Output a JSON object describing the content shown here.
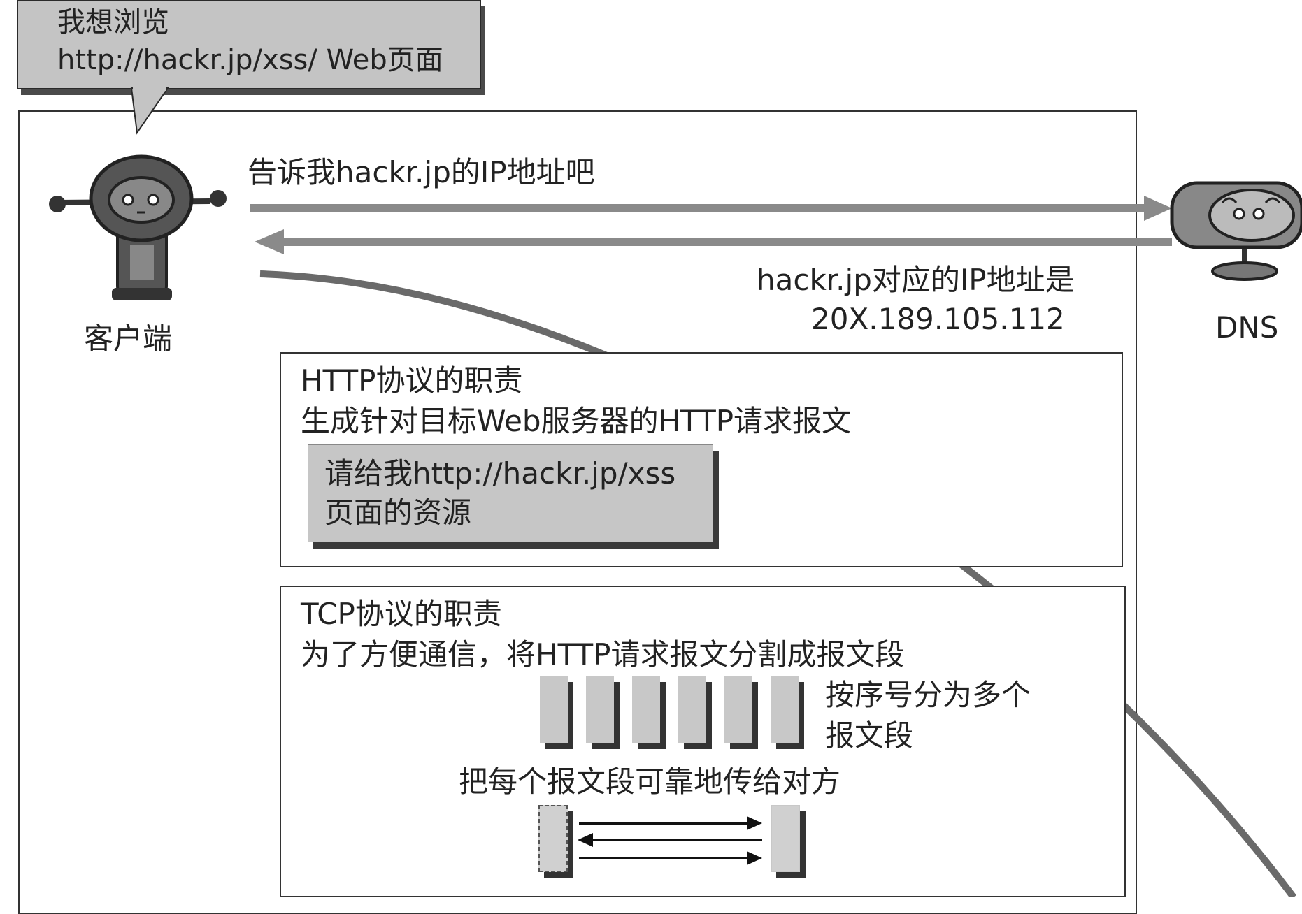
{
  "speech_bubble": {
    "line1": "我想浏览",
    "line2": "http://hackr.jp/xss/ Web页面"
  },
  "client": {
    "label": "客户端"
  },
  "dns": {
    "label": "DNS"
  },
  "request_arrow": {
    "label": "告诉我hackr.jp的IP地址吧"
  },
  "response_arrow": {
    "line1": "hackr.jp对应的IP地址是",
    "line2": "20X.189.105.112"
  },
  "http_panel": {
    "title": "HTTP协议的职责",
    "description": "生成针对目标Web服务器的HTTP请求报文",
    "request_line1": "请给我http://hackr.jp/xss",
    "request_line2": "页面的资源"
  },
  "tcp_panel": {
    "title": "TCP协议的职责",
    "description": "为了方便通信，将HTTP请求报文分割成报文段",
    "segments_line1": "按序号分为多个",
    "segments_line2": "报文段",
    "reliable_text": "把每个报文段可靠地传给对方"
  },
  "colors": {
    "arrow_gray": "#8a8a8a",
    "curve_gray": "#6a6a6a",
    "box_fill": "#c6c6c6",
    "border": "#333333"
  }
}
